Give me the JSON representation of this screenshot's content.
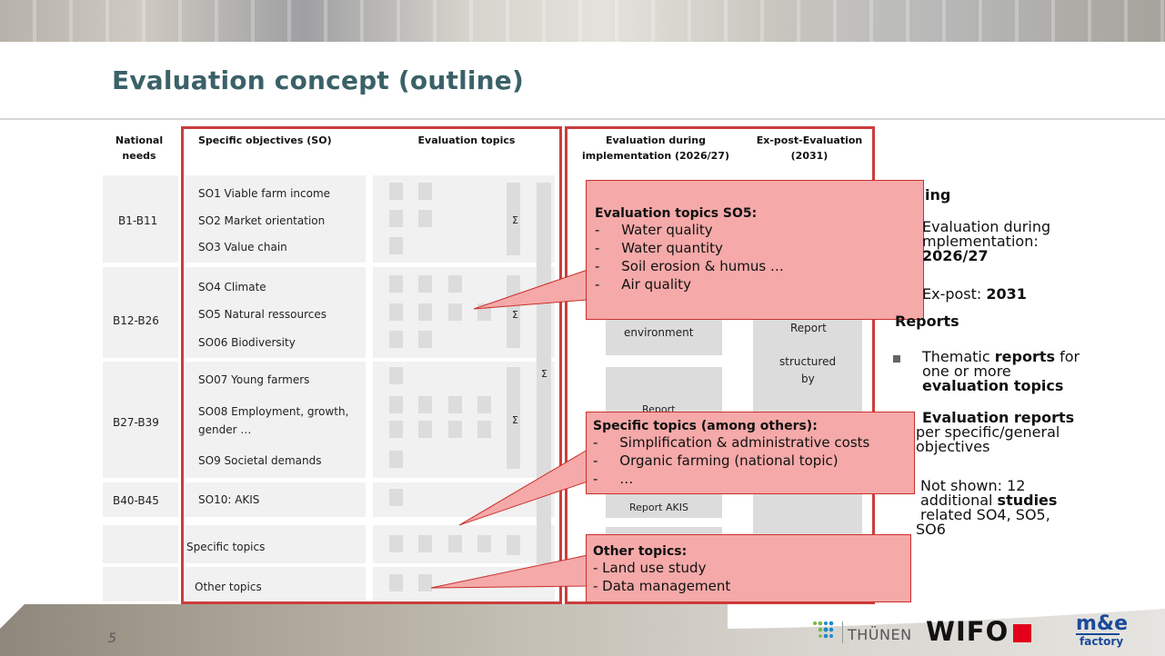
{
  "slide": {
    "title": "Evaluation concept (outline)",
    "page_number": "5"
  },
  "headers": {
    "national_needs": "National needs",
    "specific_objectives": "Specific objectives (SO)",
    "evaluation_topics": "Evaluation topics",
    "eval_during": "Evaluation during implementation (2026/27)",
    "ex_post": "Ex-post-Evaluation (2031)"
  },
  "needs": [
    "B1-B11",
    "B12-B26",
    "B27-B39",
    "B40-B45"
  ],
  "objectives": {
    "so1": "SO1 Viable farm income",
    "so2": "SO2 Market orientation",
    "so3": "SO3 Value chain",
    "so4": "SO4 Climate",
    "so5": "SO5 Natural ressources",
    "so6": "SO06 Biodiversity",
    "so7": "SO07 Young farmers",
    "so8a": "SO08 Employment, growth,",
    "so8b": "gender …",
    "so9": "SO9 Societal demands",
    "so10": "SO10: AKIS",
    "specific": "Specific topics",
    "other": "Other topics"
  },
  "sigma": "Σ",
  "during_col": {
    "t1": "environment",
    "t2": "Report",
    "t3": "Report AKIS"
  },
  "expost_col": {
    "t1": "Report",
    "t2": "structured",
    "t3": "by"
  },
  "callouts": {
    "so5": {
      "title": "Evaluation topics SO5:",
      "items": [
        "Water quality",
        "Water quantity",
        "Soil erosion & humus …",
        "Air quality"
      ]
    },
    "specific": {
      "title": "Specific topics (among others):",
      "items": [
        "Simplification & administrative costs",
        "Organic farming (national topic)",
        "…"
      ]
    },
    "other": {
      "title": "Other topics:",
      "items": [
        "- Land use study",
        "- Data management"
      ]
    }
  },
  "right": {
    "timing_heading": "ing",
    "during_l1": "Evaluation during",
    "during_l2": "mplementation:",
    "during_year": "2026/27",
    "expost_label": "Ex-post: ",
    "expost_year": "2031",
    "reports_heading": "Reports",
    "b1_l1": "Thematic ",
    "b1_bold1": "reports",
    "b1_l1b": " for",
    "b1_l2": "one or more",
    "b1_bold2": "evaluation topics",
    "b2_bold": "Evaluation reports",
    "b2_l2": "per specific/general",
    "b2_l3": "objectives",
    "b3_l1": "Not shown: 12",
    "b3_l2": "additional ",
    "b3_bold": "studies",
    "b3_l3": "related SO4, SO5,",
    "b3_l4": "SO6"
  },
  "logos": {
    "thuenen": "THÜNEN",
    "wifo": "WIFO",
    "me_top": "m&e",
    "me_bottom": "factory"
  },
  "colors": {
    "title": "#3b6168",
    "red": "#cc3d3d",
    "callout": "#f5a9a9"
  }
}
